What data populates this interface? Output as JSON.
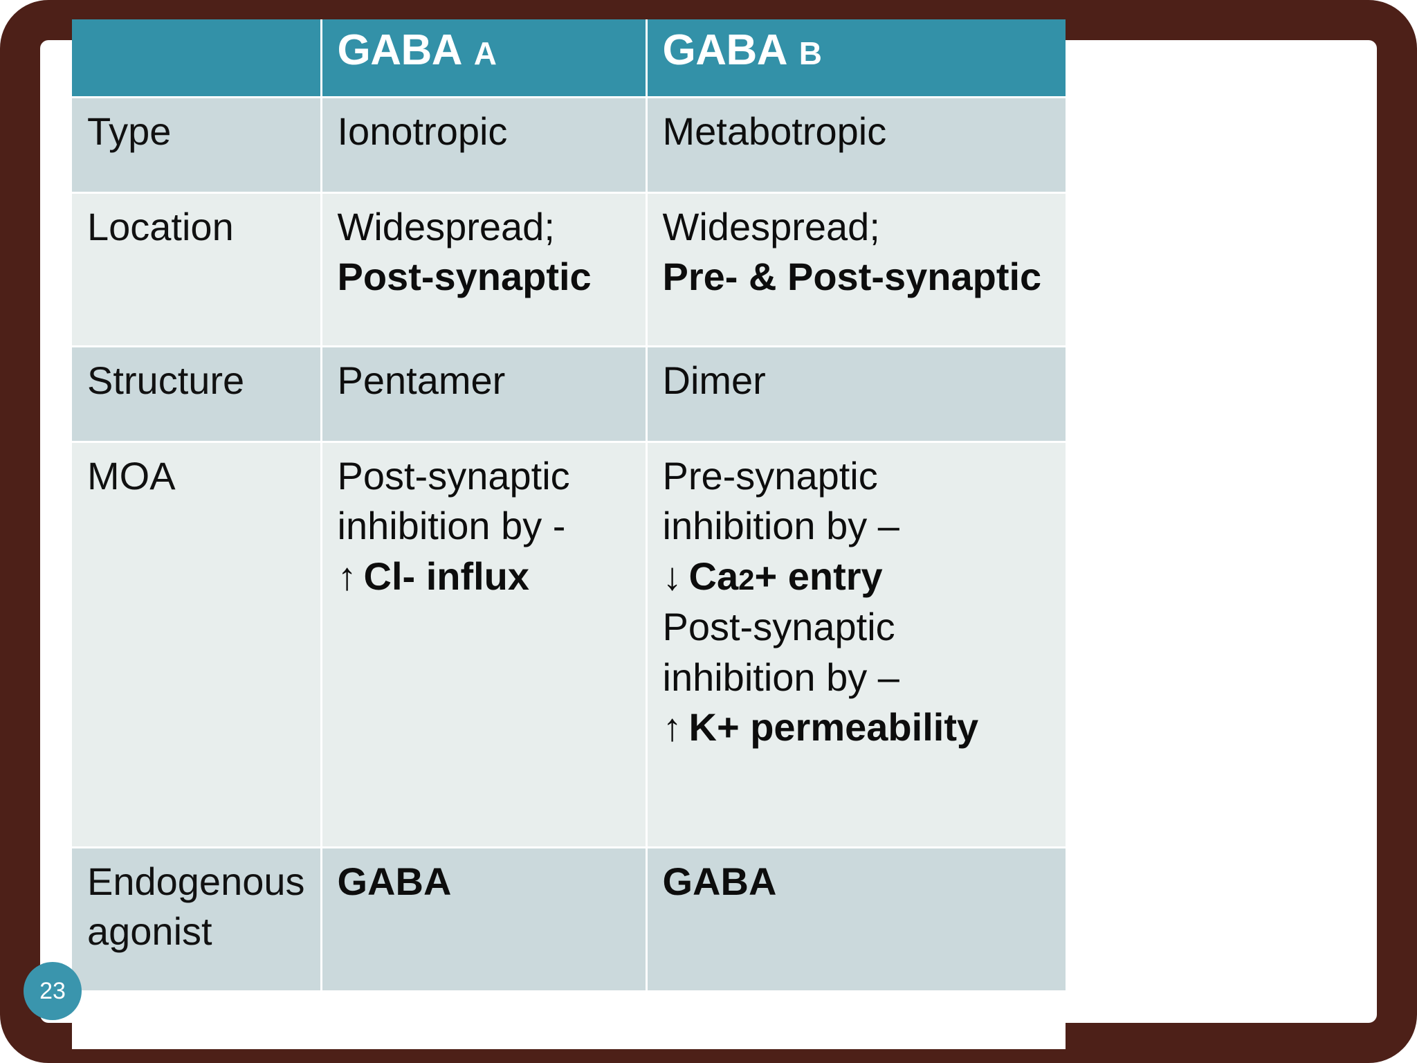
{
  "slide": {
    "page_number": "23",
    "frame_color": "#4d2018",
    "header_color": "#3391a8",
    "row_tint_dark": "#cbd9dc",
    "row_tint_light": "#e8eeed",
    "badge_color": "#3a95ad"
  },
  "table": {
    "headers": {
      "blank": "",
      "col_a_main": "GABA",
      "col_a_sub": "A",
      "col_b_main": "GABA",
      "col_b_sub": "B"
    },
    "rows": [
      {
        "label": "Type",
        "a": {
          "lines": [
            {
              "text": "Ionotropic",
              "bold": false
            }
          ]
        },
        "b": {
          "lines": [
            {
              "text": "Metabotropic",
              "bold": false
            }
          ]
        }
      },
      {
        "label": "Location",
        "a": {
          "lines": [
            {
              "text": "Widespread;",
              "bold": false
            },
            {
              "text": "Post-synaptic",
              "bold": true
            }
          ]
        },
        "b": {
          "lines": [
            {
              "text": "Widespread;",
              "bold": false
            },
            {
              "text": "Pre- & Post-synaptic",
              "bold": true
            }
          ]
        }
      },
      {
        "label": "Structure",
        "a": {
          "lines": [
            {
              "text": "Pentamer",
              "bold": false
            }
          ]
        },
        "b": {
          "lines": [
            {
              "text": "Dimer",
              "bold": false
            }
          ]
        }
      },
      {
        "label": "MOA",
        "a": {
          "lines": [
            {
              "text": "Post-synaptic",
              "bold": false
            },
            {
              "text": "inhibition by -",
              "bold": false
            },
            {
              "arrow": "↑",
              "text": "Cl- influx",
              "bold": true
            }
          ]
        },
        "b": {
          "lines": [
            {
              "text": "Pre-synaptic",
              "bold": false
            },
            {
              "text": "inhibition by –",
              "bold": false
            },
            {
              "arrow": "↓",
              "text": "Ca2+ entry",
              "bold": true,
              "sub_digit": "2"
            },
            {
              "text": "Post-synaptic",
              "bold": false
            },
            {
              "text": "inhibition by –",
              "bold": false
            },
            {
              "arrow": "↑",
              "text": "K+ permeability",
              "bold": true
            }
          ]
        }
      },
      {
        "label": "Endogenous agonist",
        "label_lines": [
          "Endogenous",
          "agonist"
        ],
        "a": {
          "lines": [
            {
              "text": "GABA",
              "bold": true
            }
          ]
        },
        "b": {
          "lines": [
            {
              "text": "GABA",
              "bold": true
            }
          ]
        }
      }
    ]
  }
}
